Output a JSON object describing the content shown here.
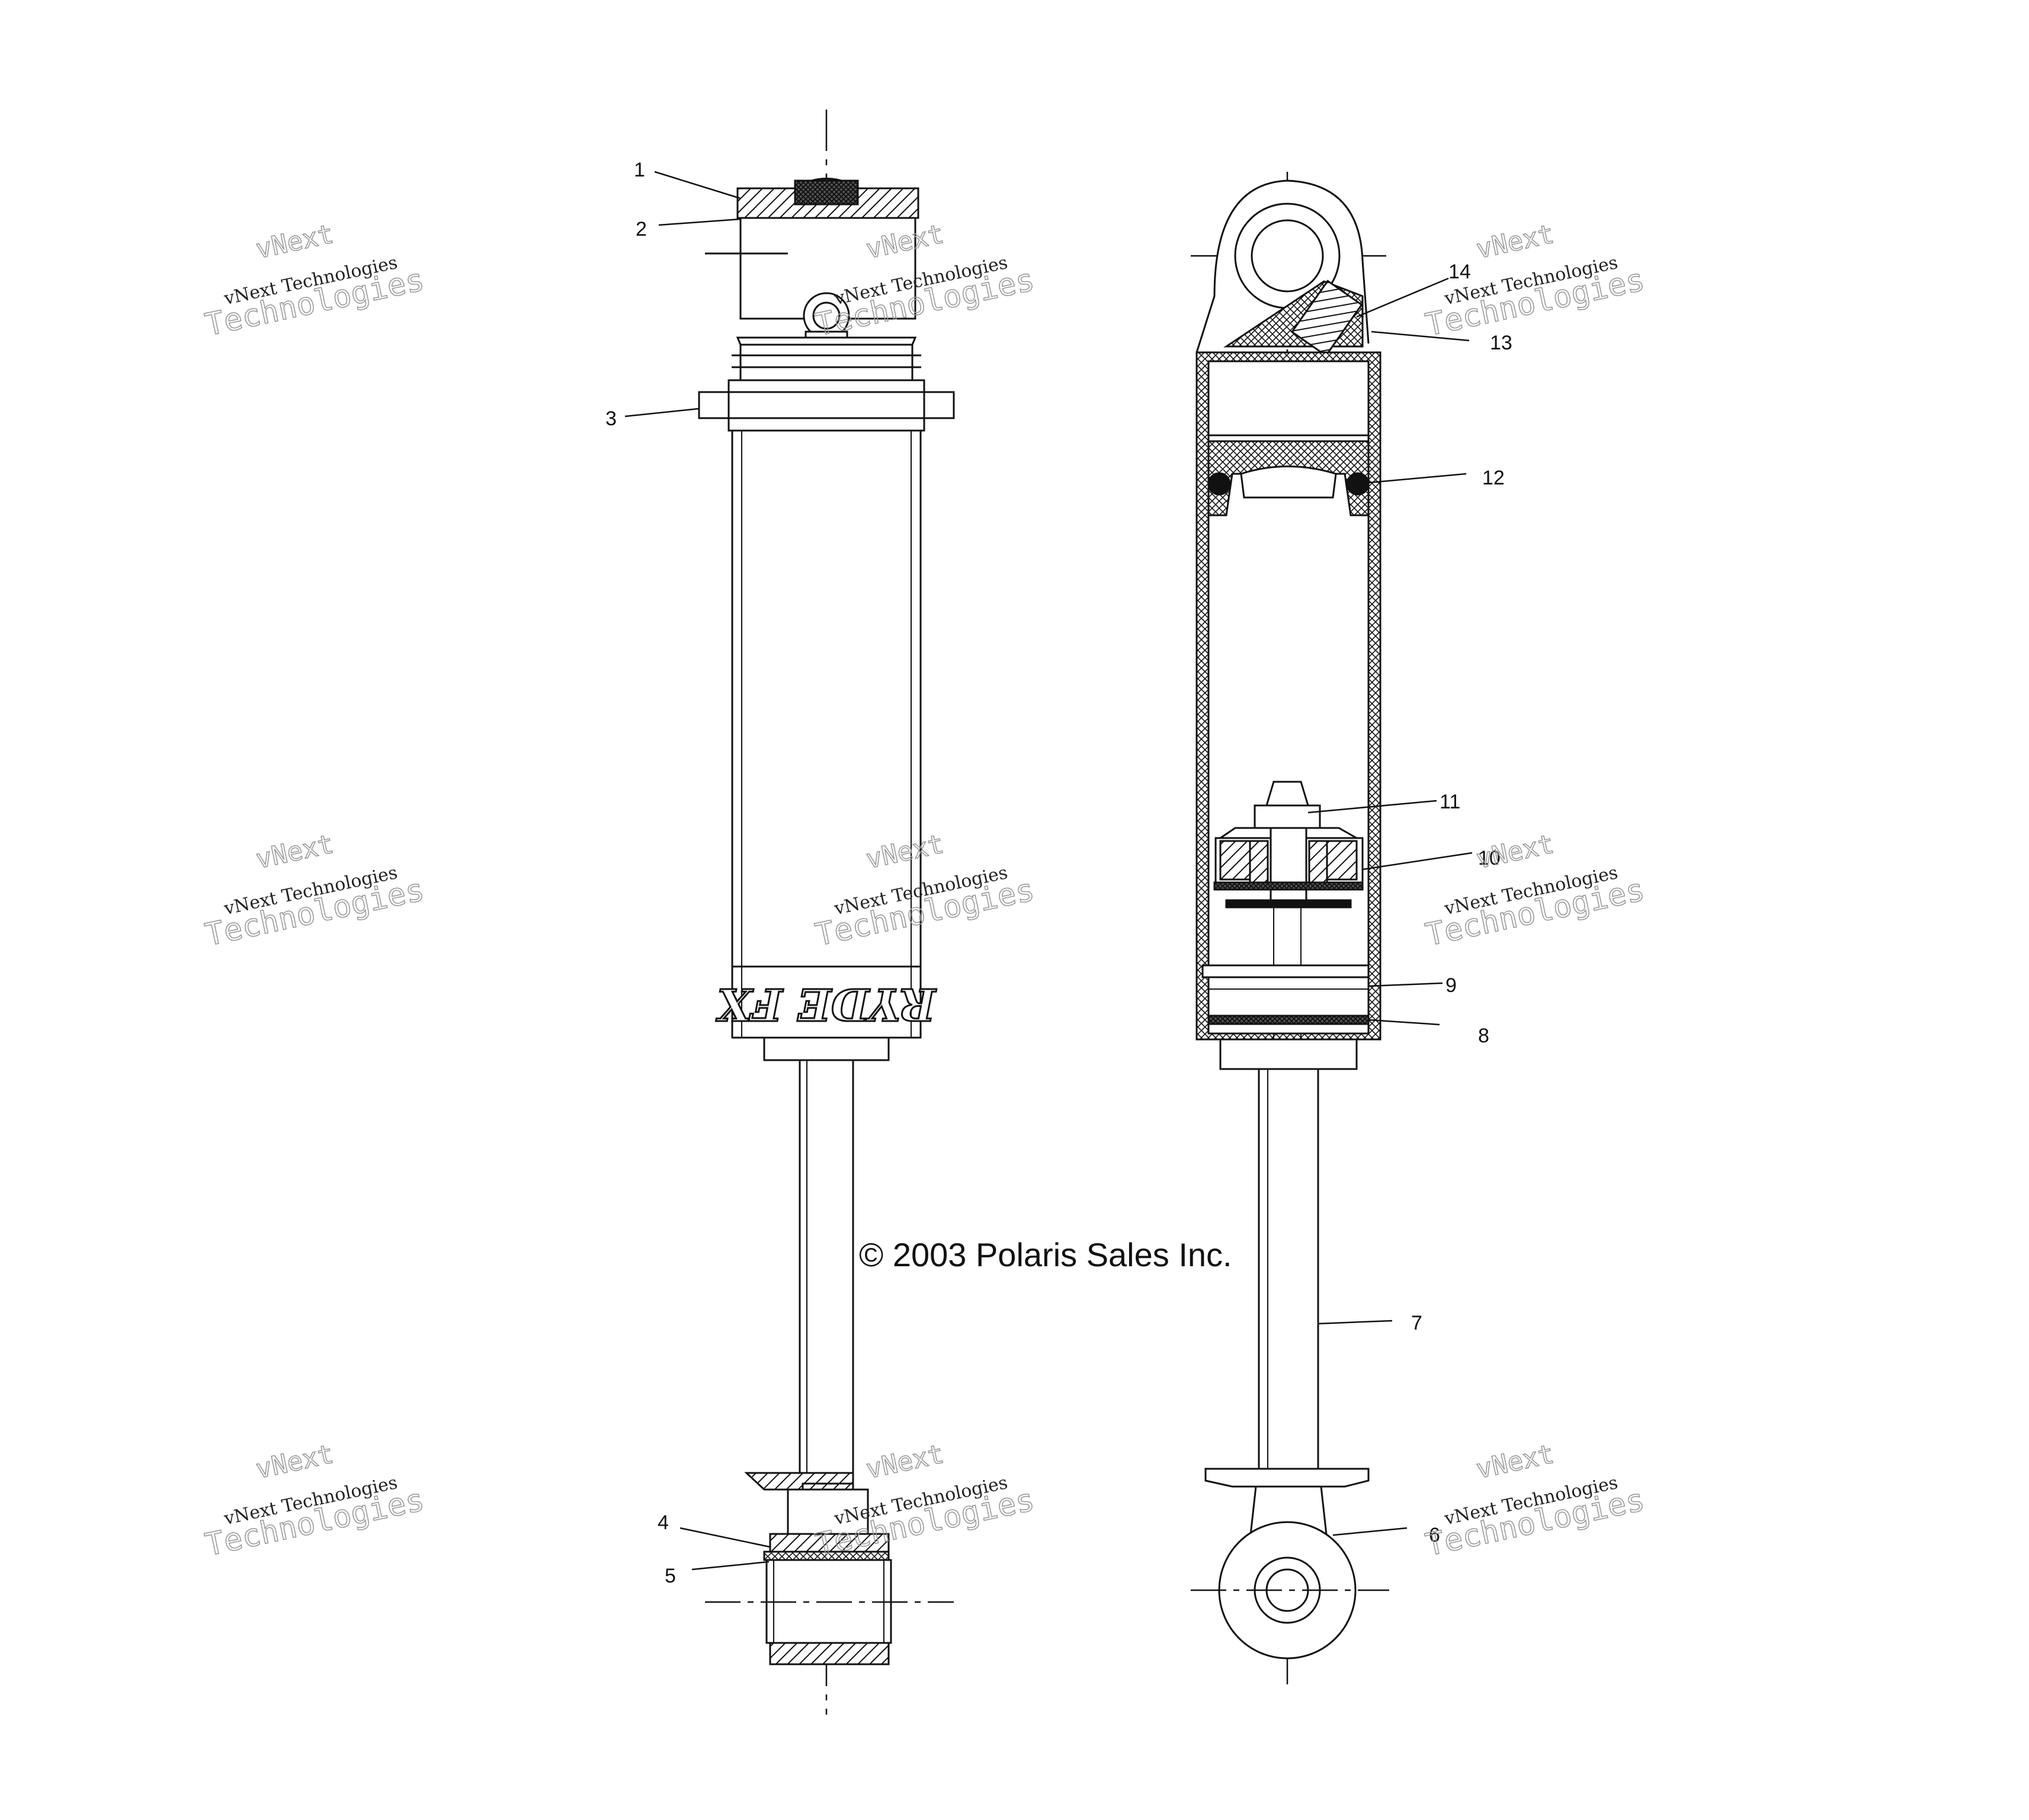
{
  "diagram": {
    "callouts": [
      "1",
      "2",
      "3",
      "4",
      "5",
      "6",
      "7",
      "8",
      "9",
      "10",
      "11",
      "12",
      "13",
      "14"
    ],
    "copyright": "© 2003 Polaris Sales Inc.",
    "badge_text": "RYDE FX",
    "watermark": {
      "line1": "vNext",
      "line2": "vNext Technologies",
      "line3": "Technologies"
    }
  }
}
